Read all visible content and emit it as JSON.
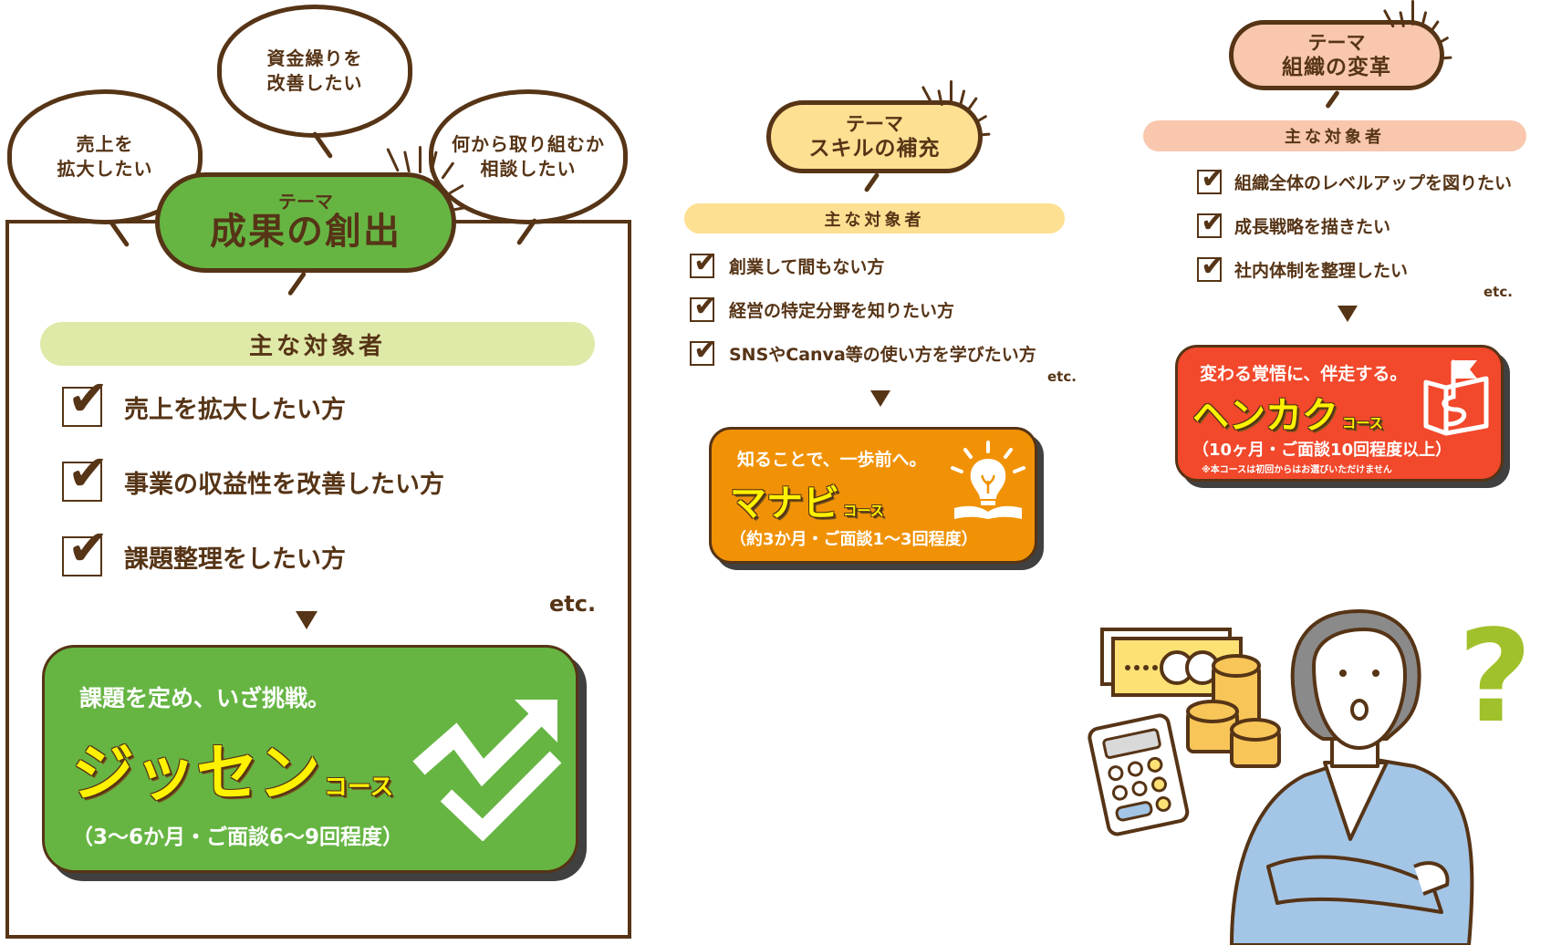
{
  "colors": {
    "brown": "#563416",
    "green": "#66b543",
    "green_light": "#dfe9a8",
    "yellow_theme": "#fde092",
    "peach_theme": "#f8c7ae",
    "orange_course": "#f19206",
    "red_course": "#f2482b",
    "course_name_yellow": "#fff200",
    "question_mark": "#a0c12b"
  },
  "speech_bubbles": [
    {
      "text": "売上を\n拡大したい"
    },
    {
      "text": "資金繰りを\n改善したい"
    },
    {
      "text": "何から取り組むか\n相談したい"
    }
  ],
  "columns": [
    {
      "theme_label": "テーマ",
      "theme_title": "成果の創出",
      "target_heading": "主な対象者",
      "targets": [
        "売上を拡大したい方",
        "事業の収益性を改善したい方",
        "課題整理をしたい方"
      ],
      "etc": "etc.",
      "course": {
        "tagline": "課題を定め、いざ挑戦。",
        "name": "ジッセン",
        "suffix": "コース",
        "detail": "（3〜6か月・ご面談6〜9回程度）",
        "icon": "growth-chart-arrow-icon"
      }
    },
    {
      "theme_label": "テーマ",
      "theme_title": "スキルの補充",
      "target_heading": "主な対象者",
      "targets": [
        "創業して間もない方",
        "経営の特定分野を知りたい方",
        "SNSやCanva等の使い方を学びたい方"
      ],
      "etc": "etc.",
      "course": {
        "tagline": "知ることで、一歩前へ。",
        "name": "マナビ",
        "suffix": "コース",
        "detail": "（約3か月・ご面談1〜3回程度）",
        "icon": "lightbulb-book-icon"
      }
    },
    {
      "theme_label": "テーマ",
      "theme_title": "組織の変革",
      "target_heading": "主な対象者",
      "targets": [
        "組織全体のレベルアップを図りたい",
        "成長戦略を描きたい",
        "社内体制を整理したい"
      ],
      "etc": "etc.",
      "course": {
        "tagline": "変わる覚悟に、伴走する。",
        "name": "ヘンカク",
        "suffix": "コース",
        "detail": "（10ヶ月・ご面談10回程度以上）",
        "note": "※本コースは初回からはお選びいただけません",
        "icon": "flag-map-icon"
      }
    }
  ],
  "illustration": {
    "description": "person-with-crossed-arms-thinking",
    "question_mark": "?"
  }
}
